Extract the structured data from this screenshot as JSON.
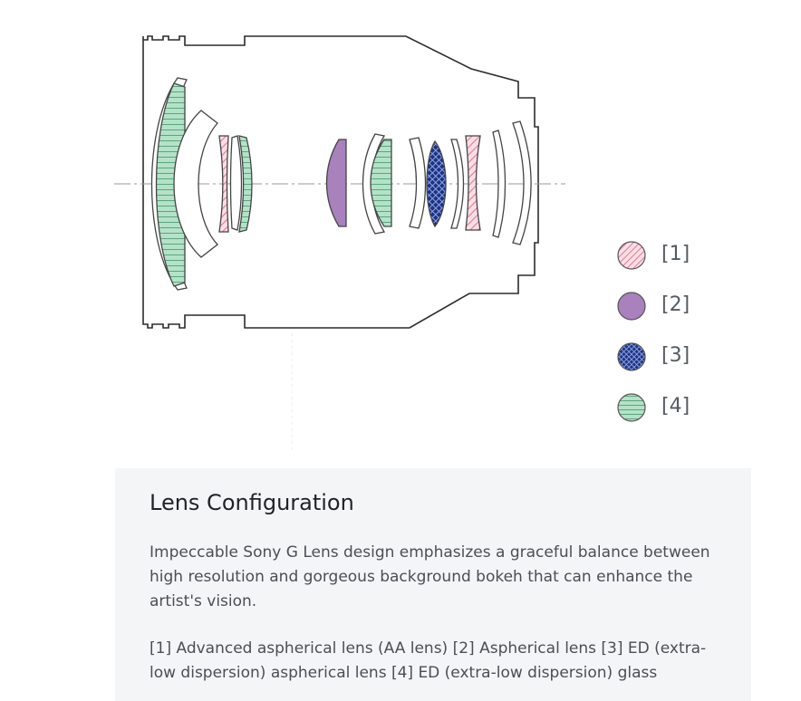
{
  "legend": [
    {
      "label": "[1]",
      "kind": "aa-aspherical",
      "color": "#f3a7b8"
    },
    {
      "label": "[2]",
      "kind": "aspherical",
      "color": "#a881bd"
    },
    {
      "label": "[3]",
      "kind": "ed-aspherical",
      "color": "#1f3a8f"
    },
    {
      "label": "[4]",
      "kind": "ed-glass",
      "color": "#a8dcc0"
    }
  ],
  "card": {
    "title": "Lens Configuration",
    "description": "Impeccable Sony G Lens design emphasizes a graceful balance between high resolution and gorgeous background bokeh that can enhance the artist's vision.",
    "legend_text": "[1] Advanced aspherical lens (AA lens) [2] Aspherical lens [3] ED (extra-low dispersion) aspherical lens [4] ED (extra-low dispersion) glass"
  },
  "colors": {
    "outline": "#2b2b2b",
    "axis": "#9a9a9a",
    "card_background": "#f4f5f7",
    "heading_text": "#1f2328",
    "body_text": "#4a4f55"
  }
}
